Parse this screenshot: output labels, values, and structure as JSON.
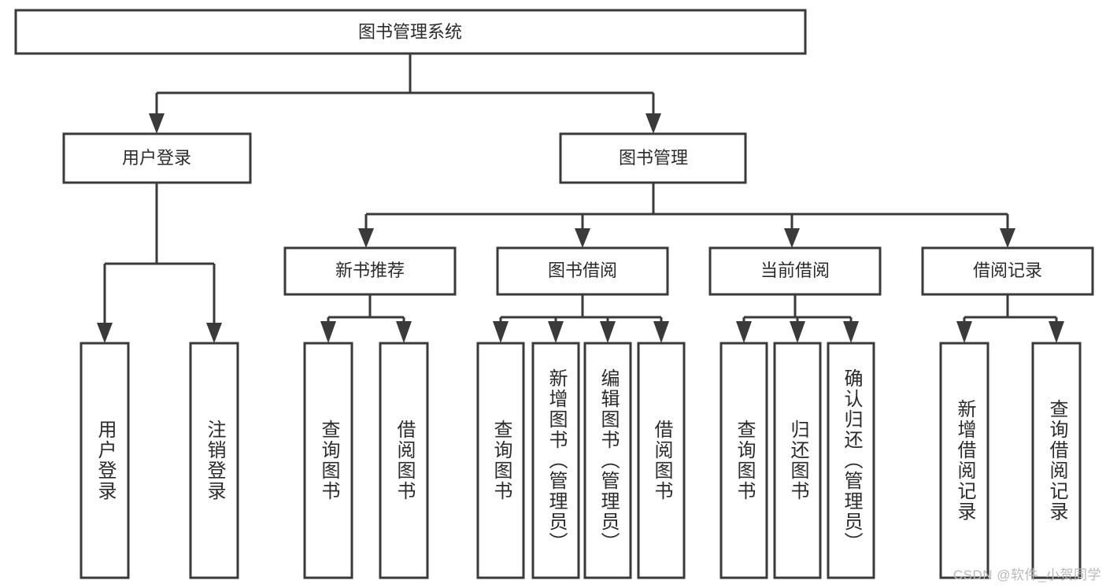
{
  "diagram": {
    "title": "图书管理系统",
    "watermark": "CSDN @软件_小贺同学",
    "colors": {
      "stroke": "#3a3a3a",
      "fill": "#ffffff",
      "text": "#2b2b2b",
      "watermark": "#b9b9b9"
    },
    "levels": {
      "root": {
        "label": "图书管理系统"
      },
      "level2": [
        {
          "label": "用户登录"
        },
        {
          "label": "图书管理"
        }
      ],
      "level3": [
        {
          "label": "新书推荐"
        },
        {
          "label": "图书借阅"
        },
        {
          "label": "当前借阅"
        },
        {
          "label": "借阅记录"
        }
      ],
      "leaves": {
        "user_login": [
          {
            "label": "用户登录"
          },
          {
            "label": "注销登录"
          }
        ],
        "new_book_recommend": [
          {
            "label": "查询图书"
          },
          {
            "label": "借阅图书"
          }
        ],
        "book_borrow": [
          {
            "label": "查询图书"
          },
          {
            "label": "新增图书（管理员）"
          },
          {
            "label": "编辑图书（管理员）"
          },
          {
            "label": "借阅图书"
          }
        ],
        "current_borrow": [
          {
            "label": "查询图书"
          },
          {
            "label": "归还图书"
          },
          {
            "label": "确认归还（管理员）"
          }
        ],
        "borrow_record": [
          {
            "label": "新增借阅记录"
          },
          {
            "label": "查询借阅记录"
          }
        ]
      }
    }
  }
}
